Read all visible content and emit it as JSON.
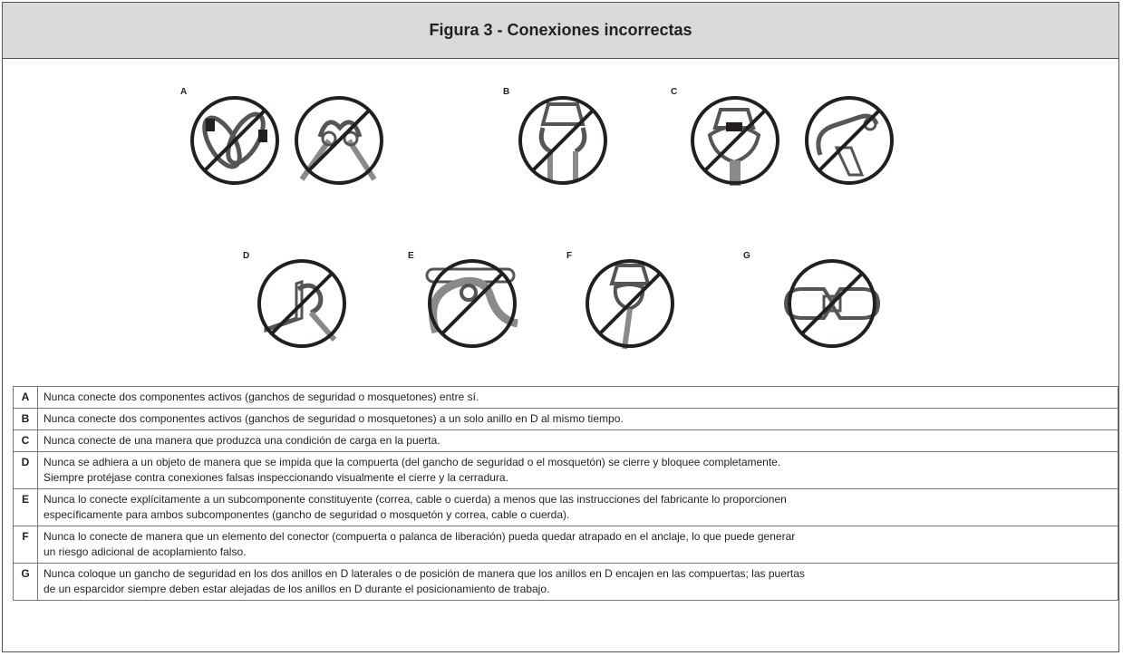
{
  "header": {
    "title": "Figura 3 - Conexiones incorrectas"
  },
  "figure": {
    "panels": [
      {
        "letter": "A",
        "icons": [
          "carabiners-hooked-together-icon",
          "snap-hooks-connected-icon"
        ]
      },
      {
        "letter": "B",
        "icons": [
          "two-hooks-on-d-ring-icon"
        ]
      },
      {
        "letter": "C",
        "icons": [
          "gate-loading-d-ring-icon",
          "hook-gate-loading-icon"
        ]
      },
      {
        "letter": "D",
        "icons": [
          "hook-on-angle-object-icon"
        ]
      },
      {
        "letter": "E",
        "icons": [
          "lanyard-wrapped-around-pipe-icon"
        ]
      },
      {
        "letter": "F",
        "icons": [
          "hook-caught-on-d-ring-icon"
        ]
      },
      {
        "letter": "G",
        "icons": [
          "snap-hooks-on-side-d-rings-icon"
        ]
      }
    ],
    "prohibited_color": "#231f20",
    "strap_color": "#8a8a8a"
  },
  "legend": [
    {
      "key": "A",
      "text": "Nunca conecte dos componentes activos (ganchos de seguridad o mosquetones) entre sí."
    },
    {
      "key": "B",
      "text": "Nunca conecte dos componentes activos (ganchos de seguridad o mosquetones) a un solo anillo en D al mismo tiempo."
    },
    {
      "key": "C",
      "text": "Nunca conecte de una manera que produzca una condición de carga en la puerta."
    },
    {
      "key": "D",
      "text": "Nunca se adhiera a un objeto de manera que se impida que la compuerta (del gancho de seguridad o el mosquetón) se cierre y bloquee completamente.",
      "text2": "Siempre protéjase contra conexiones falsas inspeccionando visualmente el cierre y la cerradura."
    },
    {
      "key": "E",
      "text": "Nunca lo conecte explícitamente a un subcomponente constituyente (correa, cable o cuerda) a menos que las instrucciones del fabricante lo proporcionen",
      "text2": "específicamente para ambos subcomponentes (gancho de seguridad o mosquetón y correa, cable o cuerda)."
    },
    {
      "key": "F",
      "text": "Nunca lo conecte de manera que un elemento del conector (compuerta o palanca de liberación) pueda quedar atrapado en el anclaje, lo que puede generar",
      "text2": "un riesgo adicional de acoplamiento falso."
    },
    {
      "key": "G",
      "text": "Nunca coloque un gancho de seguridad en los dos anillos en D laterales o de posición de manera que los anillos en D encajen en las compuertas; las puertas",
      "text2": "de un esparcidor siempre deben estar alejadas de los anillos en D durante el posicionamiento de trabajo."
    }
  ]
}
